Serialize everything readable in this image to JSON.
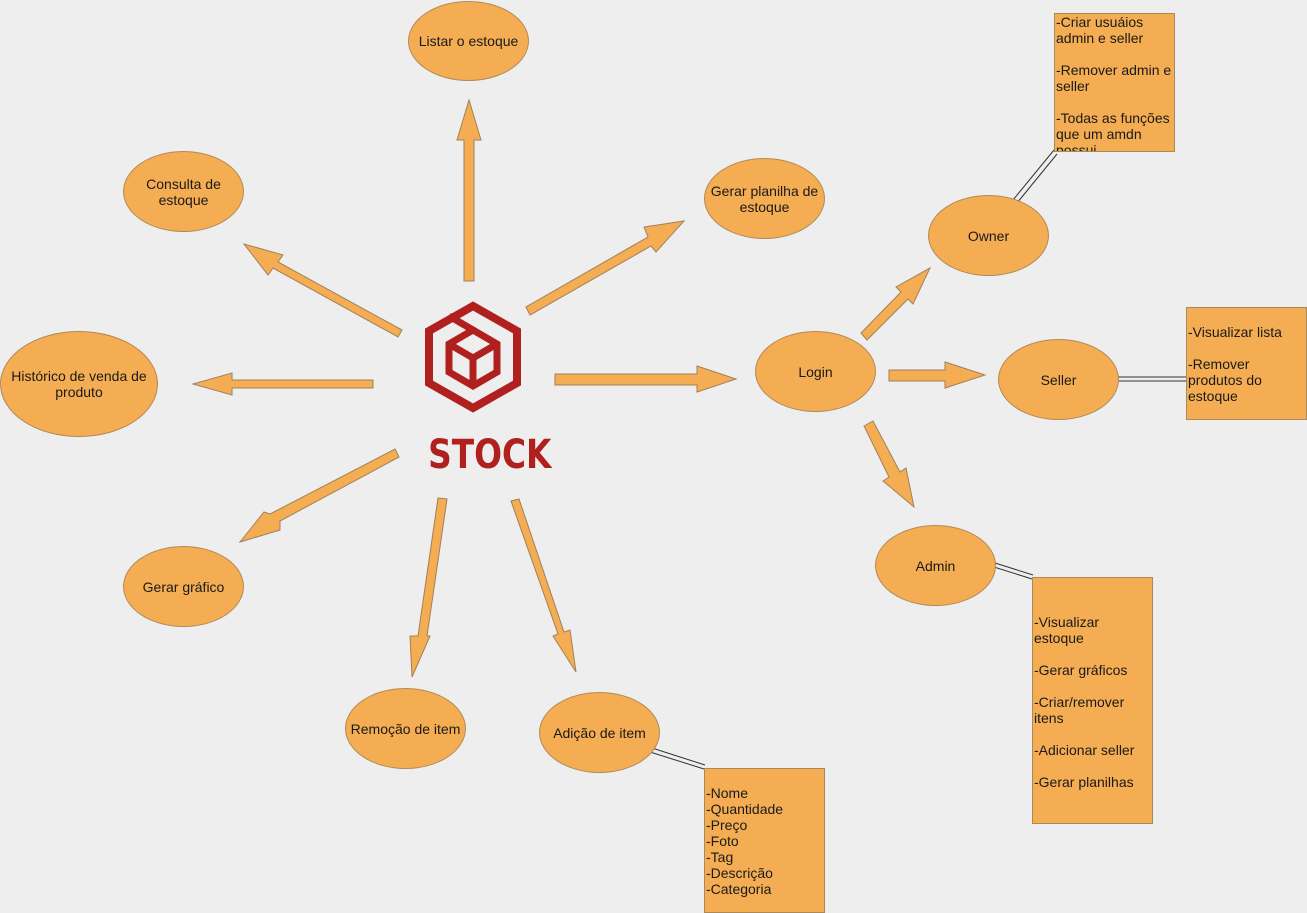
{
  "brand": {
    "name": "STOCK",
    "color": "#b0201e"
  },
  "colors": {
    "node_fill": "#f4ad52",
    "background": "#eeeeee"
  },
  "nodes": {
    "listar": "Listar o estoque",
    "consulta": "Consulta  de estoque",
    "gerar_planilha": "Gerar planilha de estoque",
    "historico": "Histórico de venda de produto",
    "gerar_grafico": "Gerar gráfico",
    "remocao": "Remoção de item",
    "adicao": "Adição de item",
    "login": "Login",
    "owner": "Owner",
    "seller": "Seller",
    "admin": "Admin"
  },
  "notes": {
    "owner": "-Criar usuáios admin e seller\n\n-Remover admin e seller\n\n-Todas as funções que um amdn possui",
    "seller": "-Visualizar lista\n\n-Remover produtos do estoque",
    "admin": "-Visualizar estoque\n\n-Gerar gráficos\n\n-Criar/remover itens\n\n-Adicionar seller\n\n-Gerar planilhas",
    "adicao": "-Nome\n-Quantidade\n-Preço\n-Foto\n-Tag\n-Descrição\n-Categoria"
  }
}
